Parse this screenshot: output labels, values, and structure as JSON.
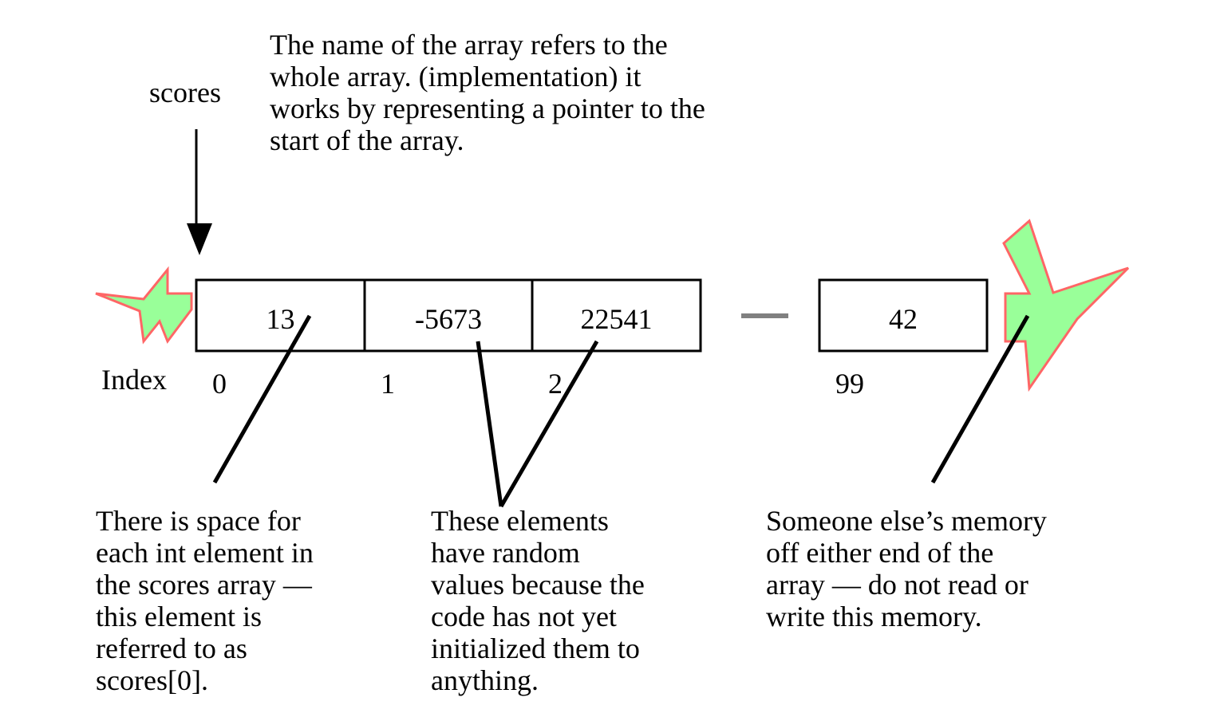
{
  "array_label": "scores",
  "name_note": [
    "The name of the array refers to the",
    "whole array. (implementation) it",
    "works by representing a pointer to the",
    "start of the array."
  ],
  "index_label": "Index",
  "cells": [
    {
      "value": "13",
      "index": "0"
    },
    {
      "value": "-5673",
      "index": "1"
    },
    {
      "value": "22541",
      "index": "2"
    },
    {
      "value": "42",
      "index": "99"
    }
  ],
  "notes": {
    "space": [
      "There is space for",
      "each int element in",
      "the scores array —",
      "this element is",
      "referred to as",
      "scores[0]."
    ],
    "random": [
      "These elements",
      "have random",
      "values because the",
      "code has not yet",
      "initialized them to",
      "anything."
    ],
    "memory": [
      "Someone else’s memory",
      "off either end of  the",
      "array — do not read or",
      "write this memory."
    ]
  },
  "colors": {
    "burst_fill": "#99ff99",
    "burst_stroke": "#ff6666",
    "ellipsis_dash": "#808080",
    "line": "#000000"
  }
}
